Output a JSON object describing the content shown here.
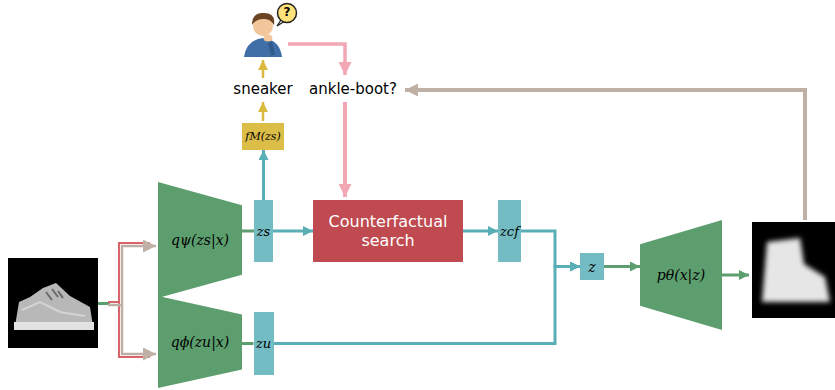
{
  "diagram": {
    "nodes": [
      {
        "text": [
          "fM(zs)"
        ]
      },
      {
        "text": [
          "qψ(zs|x)"
        ]
      },
      {
        "text": [
          "zs"
        ]
      },
      {
        "text": [
          "Counterfactual search"
        ]
      },
      {
        "text": [
          "zcf"
        ]
      },
      {
        "text": [
          "z"
        ]
      },
      {
        "text": [
          "pθ(x|z)"
        ]
      },
      {
        "text": [
          "qϕ(zu|x)"
        ]
      },
      {
        "text": [
          "zu"
        ]
      }
    ],
    "edges": [
      {
        "from": 1,
        "to": 2,
        "arrow": "none"
      },
      {
        "from": 7,
        "to": 8,
        "arrow": "none"
      },
      {
        "from": 2,
        "to": 0,
        "arrow": "to"
      },
      {
        "from": 2,
        "to": 3,
        "arrow": "to"
      },
      {
        "from": 3,
        "to": 4,
        "arrow": "to"
      },
      {
        "from": 4,
        "to": 5,
        "arrow": "to"
      },
      {
        "from": 8,
        "to": 5,
        "arrow": "to"
      },
      {
        "from": 5,
        "to": 6,
        "arrow": "to"
      }
    ],
    "labels": [
      "?",
      "sneaker",
      "ankle-boot?"
    ]
  }
}
